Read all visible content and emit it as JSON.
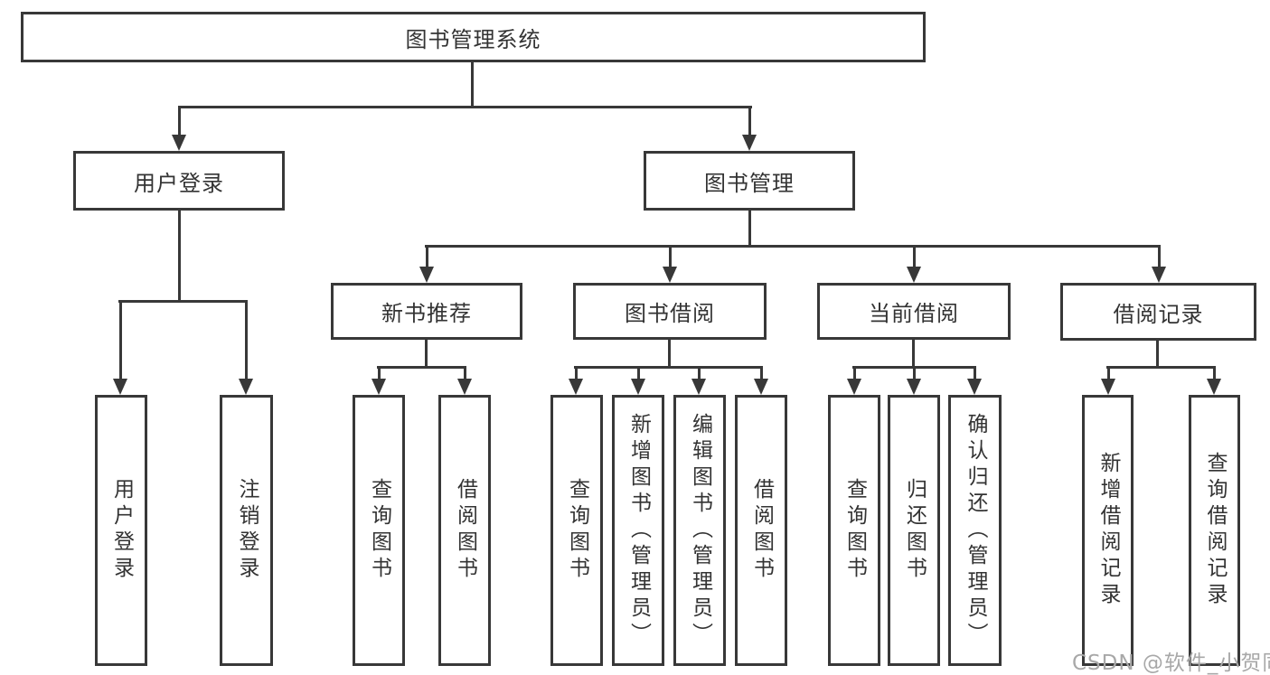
{
  "diagram_title": "图书管理系统",
  "branches": {
    "userLogin": "用户登录",
    "bookMgmt": "图书管理",
    "newBookRec": "新书推荐",
    "bookBorrow": "图书借阅",
    "currentBorrow": "当前借阅",
    "borrowRecord": "借阅记录"
  },
  "leaves": {
    "userLogin": "用户登录",
    "logout": "注销登录",
    "queryBookRec": "查询图书",
    "borrowBookRec": "借阅图书",
    "queryBookBorrow": "查询图书",
    "addBookAdmin": "新增图书（管理员）",
    "editBookAdmin": "编辑图书（管理员）",
    "borrowBookBorrow": "借阅图书",
    "queryBookCurrent": "查询图书",
    "returnBook": "归还图书",
    "confirmReturnAdmin": "确认归还（管理员）",
    "addBorrowRecord": "新增借阅记录",
    "queryBorrowRecord": "查询借阅记录"
  },
  "watermark": {
    "text": "CSDN @软件_小贺同学"
  },
  "colors": {
    "line": "#383838",
    "text": "#333333",
    "watermark": "#a8a8a8",
    "background": "#ffffff"
  }
}
